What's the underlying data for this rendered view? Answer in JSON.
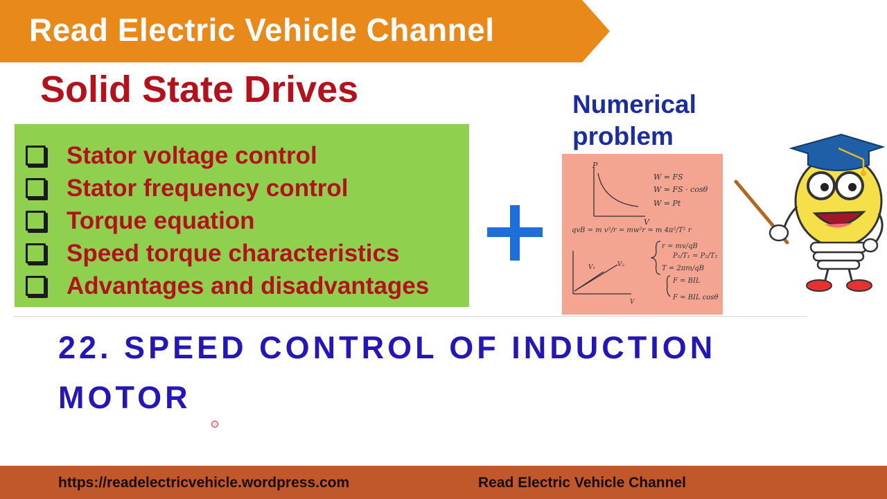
{
  "banner": {
    "title": "Read Electric Vehicle Channel",
    "color": "#e8891a"
  },
  "subtitle": "Solid State Drives",
  "topics": [
    "Stator voltage control",
    "Stator frequency control",
    "Torque equation",
    "Speed torque characteristics",
    "Advantages and disadvantages"
  ],
  "numerical": {
    "line1": "Numerical",
    "line2": "problem"
  },
  "notes": {
    "eq1": "W = FS",
    "eq2": "W = FS · cosθ",
    "eq3": "W = Pt",
    "eq4": "qvB = m v²/r = mw²r = m 4π²/T² r",
    "eq5": "r = mv/qB",
    "eq6": "T = 2πm/qB",
    "eq7": "P₁/T₁ = P₂/T₂",
    "eq8": "F = BIL",
    "eq9": "F = BIL cosθ",
    "axis_p": "P",
    "axis_v": "V",
    "v1": "V₁",
    "v2": "V₂"
  },
  "headline": "22. SPEED CONTROL OF INDUCTION MOTOR",
  "footer": {
    "url": "https://readelectricvehicle.wordpress.com",
    "channel": "Read Electric Vehicle Channel"
  },
  "colors": {
    "accent_orange": "#e8891a",
    "subtitle_red": "#b3121c",
    "topic_green": "#8fd14f",
    "headline_blue": "#2416b8",
    "footer_brown": "#c0582b"
  }
}
